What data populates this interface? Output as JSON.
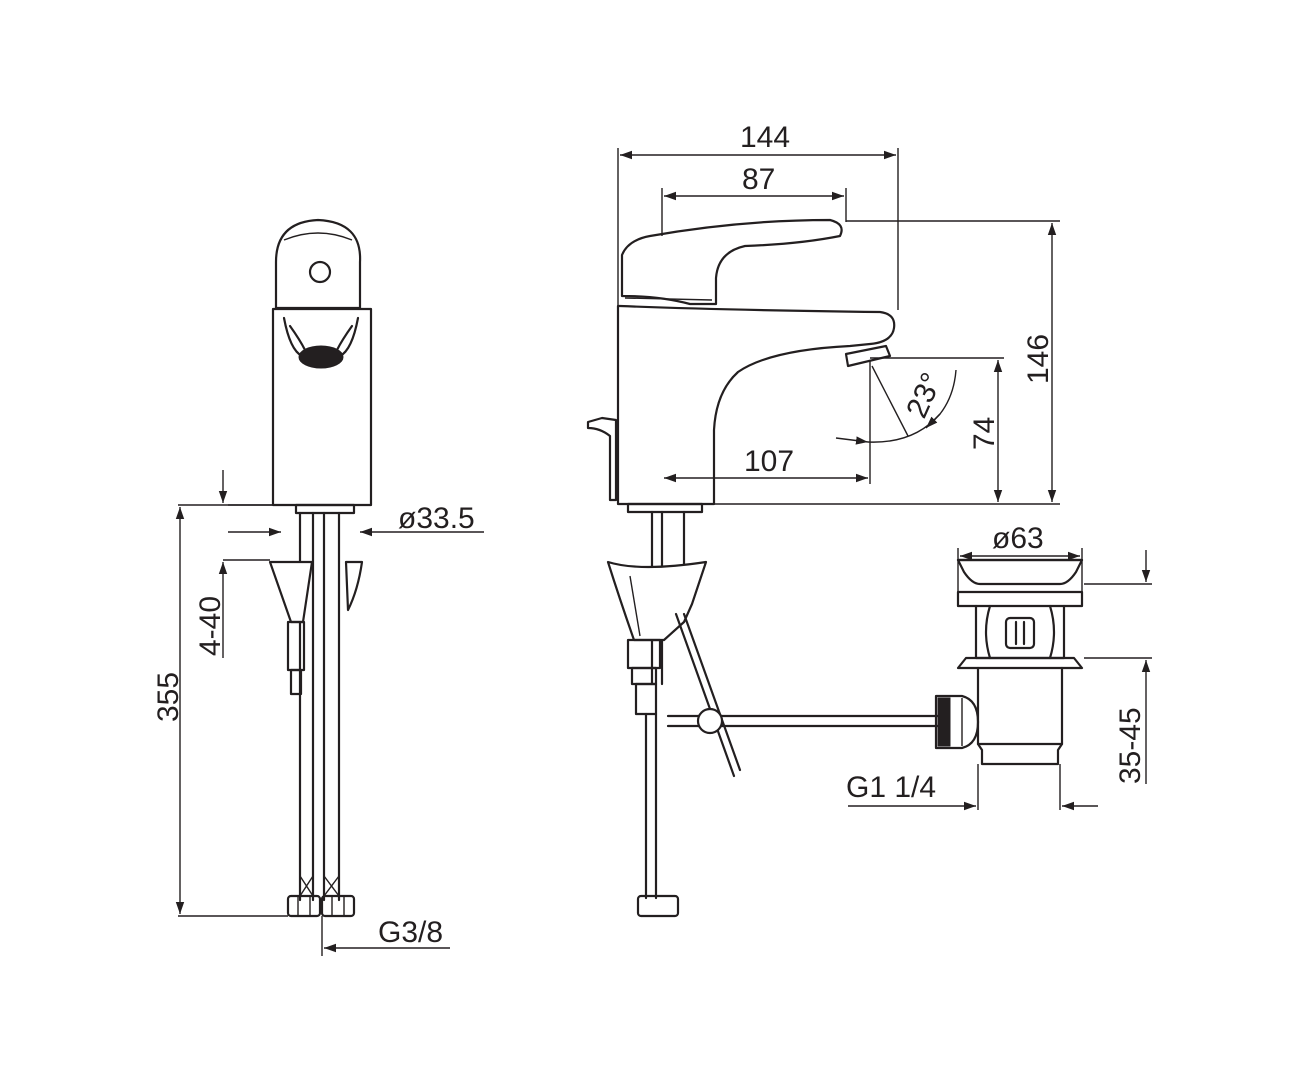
{
  "drawing": {
    "front_view": {
      "dim_body_diameter": "ø33.5",
      "dim_deck_thickness": "4-40",
      "dim_hose_length": "355",
      "dim_hose_thread": "G3/8"
    },
    "side_view": {
      "dim_total_reach": "144",
      "dim_handle_reach": "87",
      "dim_total_height": "146",
      "dim_spout_reach": "107",
      "dim_spout_height": "74",
      "dim_spout_angle": "23°"
    },
    "waste_view": {
      "dim_plug_diameter": "ø63",
      "dim_basin_thickness": "35-45",
      "dim_outlet_thread": "G1 1/4"
    }
  }
}
